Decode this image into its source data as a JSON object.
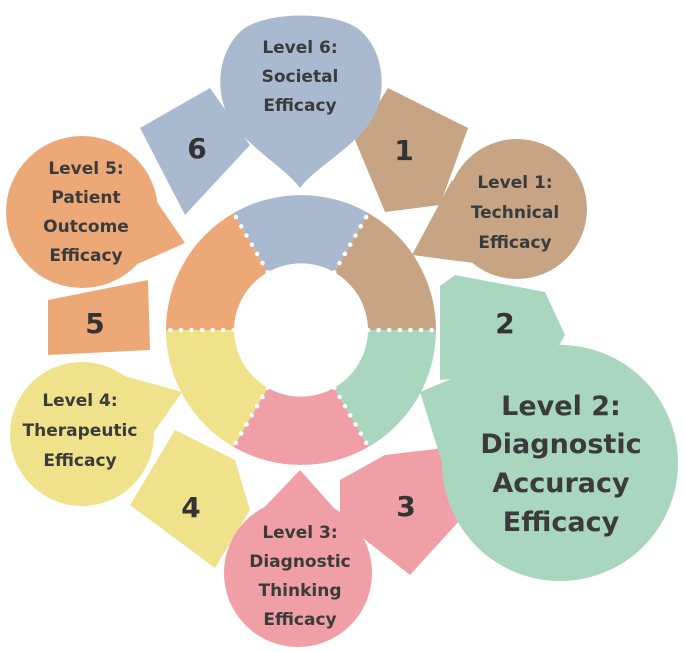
{
  "colors": {
    "level1": "#c7a584",
    "level2": "#a9d6bf",
    "level3": "#ef9fa5",
    "level4": "#f0e28a",
    "level5": "#eda878",
    "level6": "#a9b9cf",
    "text": "#3b3b3b",
    "divider": "#ffffff"
  },
  "levels": [
    {
      "number": "1",
      "lines": [
        "Level 1:",
        "Technical",
        "Efficacy"
      ]
    },
    {
      "number": "2",
      "lines": [
        "Level 2:",
        "Diagnostic",
        "Accuracy",
        "Efficacy"
      ]
    },
    {
      "number": "3",
      "lines": [
        "Level 3:",
        "Diagnostic",
        "Thinking",
        "Efficacy"
      ]
    },
    {
      "number": "4",
      "lines": [
        "Level 4:",
        "Therapeutic",
        "Efficacy"
      ]
    },
    {
      "number": "5",
      "lines": [
        "Level 5:",
        "Patient",
        "Outcome",
        "Efficacy"
      ]
    },
    {
      "number": "6",
      "lines": [
        "Level 6:",
        "Societal",
        "Efficacy"
      ]
    }
  ]
}
